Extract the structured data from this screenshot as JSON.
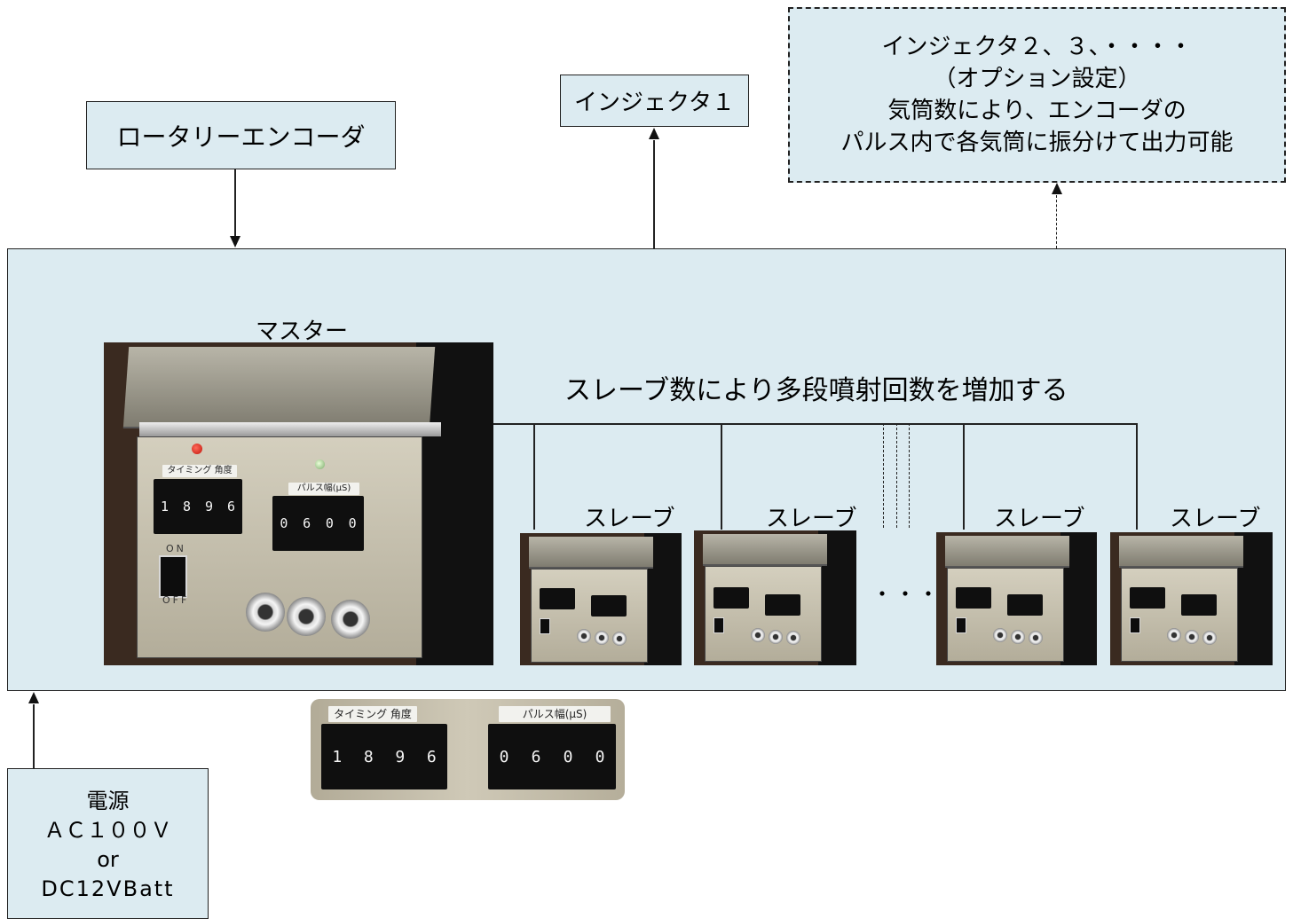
{
  "nodes": {
    "encoder": "ロータリーエンコーダ",
    "injector1": "インジェクタ１",
    "injector_more": {
      "line1": "インジェクタ２、３、・・・・",
      "line2": "（オプション設定）",
      "line3": "気筒数により、エンコーダの",
      "line4": "パルス内で各気筒に振分けて出力可能"
    },
    "master": "マスター",
    "slave_note": "スレーブ数により多段噴射回数を増加する",
    "slaves": [
      "スレーブ",
      "スレーブ",
      "スレーブ",
      "スレーブ"
    ],
    "ellipsis": "・・・",
    "power": {
      "line1": "電源",
      "line2": "ＡＣ１００Ｖ",
      "line3": "or",
      "line4": "DC12VBatt"
    }
  },
  "device_panel": {
    "timing_label": "タイミング 角度",
    "timing_value": [
      "1",
      "8",
      "9",
      "6"
    ],
    "pulse_label": "パルス幅(μS)",
    "pulse_value": [
      "0",
      "6",
      "0",
      "0"
    ],
    "switch_on": "ON",
    "switch_off": "OFF"
  },
  "colors": {
    "box_fill": "#dcebf1",
    "line": "#222222"
  }
}
